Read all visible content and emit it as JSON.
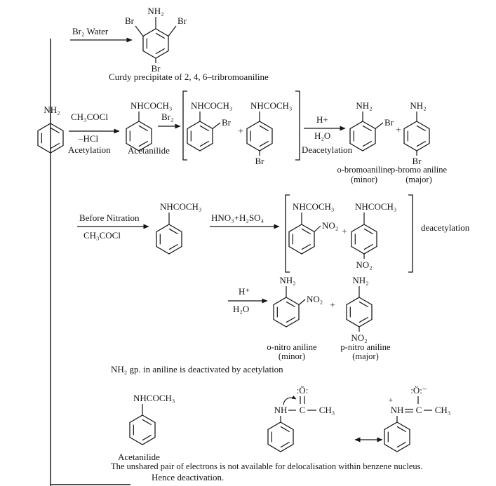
{
  "top": {
    "reagent": "Br₂ Water",
    "nh2": "NH₂",
    "br": "Br",
    "caption": "Curdy precipitate of 2, 4, 6–tribromoaniline"
  },
  "bromination": {
    "nh2": "NH₂",
    "reagent": "CH₃COCl",
    "byproduct": "–HCl",
    "step": "Acetylation",
    "group": "NHCOCH₃",
    "acetanilide_name": "Acetanilide",
    "br2": "Br₂",
    "br": "Br",
    "plus": "+",
    "h_plus": "H+",
    "h2o": "H₂O",
    "deacetylation": "Deacetylation",
    "ortho_name": "o-bromoaniline",
    "ortho_note": "(minor)",
    "para_name": "p-bromo aniline",
    "para_note": "(major)"
  },
  "nitration": {
    "before": "Before Nitration",
    "reagent_below": "CH₃COCl",
    "group": "NHCOCH₃",
    "nitrating": "HNO₃+H₂SO₄",
    "no2": "NO₂",
    "plus": "+",
    "deacetylation": "deacetylation",
    "h_plus": "H⁺",
    "h2o": "H₂O",
    "nh2": "NH₂",
    "ortho_name": "o-nitro aniline",
    "ortho_note": "(minor)",
    "para_name": "p-nitro aniline",
    "para_note": "(major)"
  },
  "deactivation": {
    "note": "NH₂ gp. in aniline is deactivated by acetylation",
    "group": "NHCOCH₃",
    "acetanilide_name": "Acetanilide",
    "o_double": ":Ö:",
    "o_single": ":Ö:⁻",
    "nh": "NH",
    "carbon": "C",
    "ch3": "CH₃",
    "plus_charge": "+",
    "conclusion1": "The unshared pair of electrons is not available for delocalisation within benzene nucleus.",
    "conclusion2": "Hence deactivation."
  }
}
